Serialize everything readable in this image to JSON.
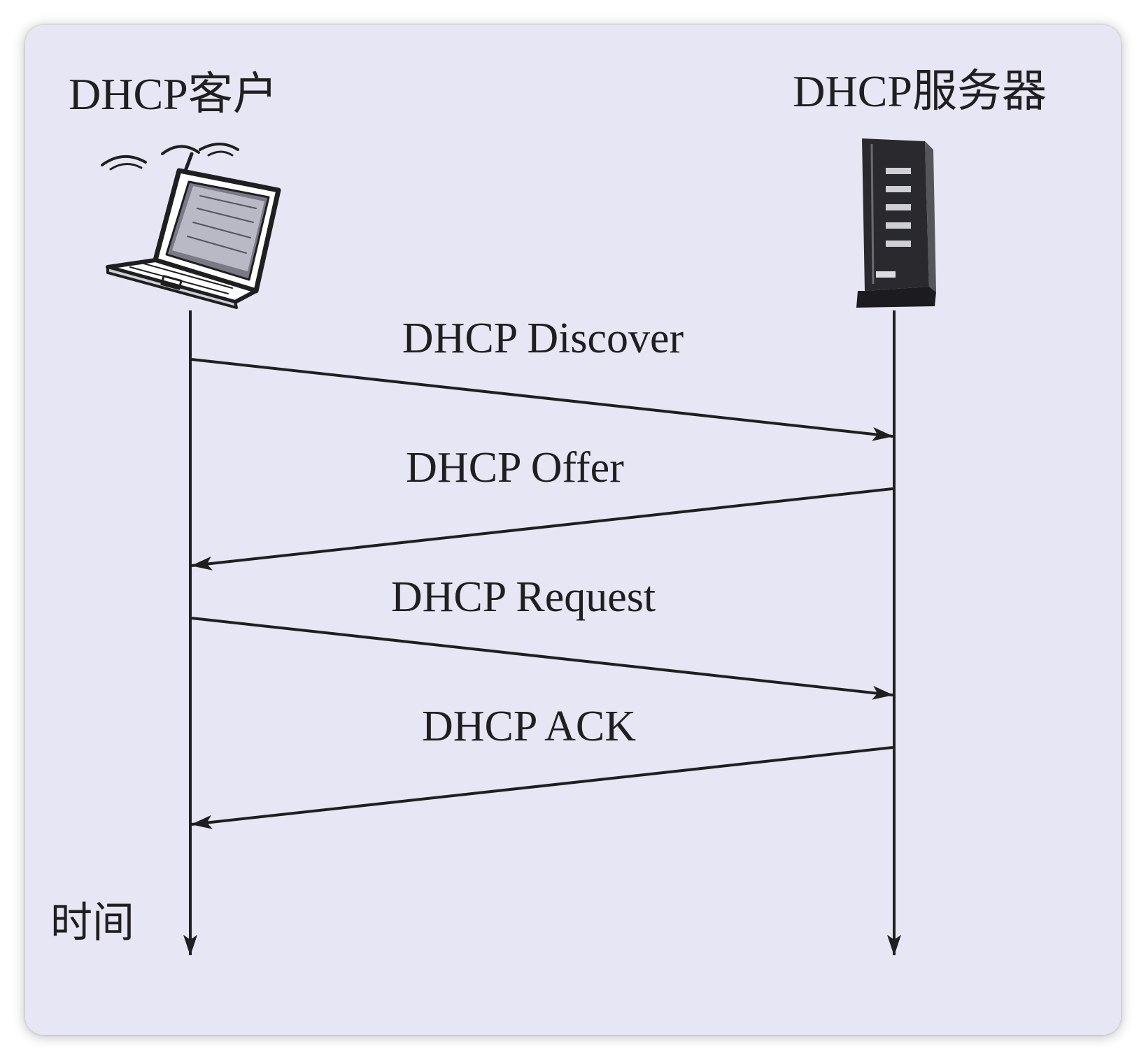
{
  "diagram": {
    "background_color": "#e6e6f4",
    "ink_color": "#1f1f1f",
    "participants": {
      "client": {
        "label": "DHCP客户",
        "icon": "laptop-icon"
      },
      "server": {
        "label": "DHCP服务器",
        "icon": "server-tower-icon"
      }
    },
    "time_axis_label": "时间",
    "messages": [
      {
        "label": "DHCP Discover",
        "direction": "client-to-server"
      },
      {
        "label": "DHCP Offer",
        "direction": "server-to-client"
      },
      {
        "label": "DHCP Request",
        "direction": "client-to-server"
      },
      {
        "label": "DHCP ACK",
        "direction": "server-to-client"
      }
    ]
  }
}
